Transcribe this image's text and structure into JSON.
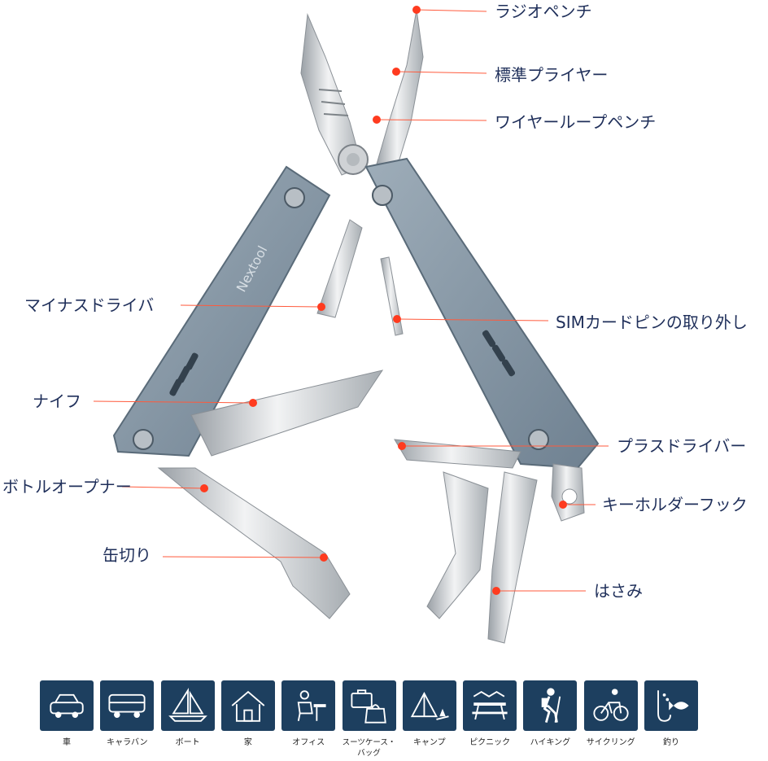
{
  "callouts": [
    {
      "id": "radio-pliers",
      "label": "ラジオペンチ"
    },
    {
      "id": "standard-pliers",
      "label": "標準プライヤー"
    },
    {
      "id": "wire-loop-pliers",
      "label": "ワイヤーループペンチ"
    },
    {
      "id": "flathead-driver",
      "label": "マイナスドライバ"
    },
    {
      "id": "sim-pin",
      "label": "SIMカードピンの取り外し"
    },
    {
      "id": "knife",
      "label": "ナイフ"
    },
    {
      "id": "phillips-driver",
      "label": "プラスドライバー"
    },
    {
      "id": "bottle-opener",
      "label": "ボトルオープナー"
    },
    {
      "id": "keyring-hook",
      "label": "キーホルダーフック"
    },
    {
      "id": "can-opener",
      "label": "缶切り"
    },
    {
      "id": "scissors",
      "label": "はさみ"
    }
  ],
  "brand": "Nextool",
  "uses": [
    {
      "label": "車",
      "icon": "car-icon"
    },
    {
      "label": "キャラバン",
      "icon": "van-icon"
    },
    {
      "label": "ボート",
      "icon": "sailboat-icon"
    },
    {
      "label": "家",
      "icon": "house-icon"
    },
    {
      "label": "オフィス",
      "icon": "office-icon"
    },
    {
      "label": "スーツケース・バッグ",
      "icon": "suitcase-bag-icon"
    },
    {
      "label": "キャンプ",
      "icon": "tent-campfire-icon"
    },
    {
      "label": "ピクニック",
      "icon": "picnic-table-icon"
    },
    {
      "label": "ハイキング",
      "icon": "hiker-icon"
    },
    {
      "label": "サイクリング",
      "icon": "cyclist-icon"
    },
    {
      "label": "釣り",
      "icon": "fishing-icon"
    }
  ],
  "colors": {
    "callout_dot": "#ff3b1f",
    "callout_line": "#ff5a3c",
    "text": "#1f2f5a",
    "handle": "#8a9aa8",
    "tile": "#1d3f5f",
    "steel": "#d8dadc"
  }
}
